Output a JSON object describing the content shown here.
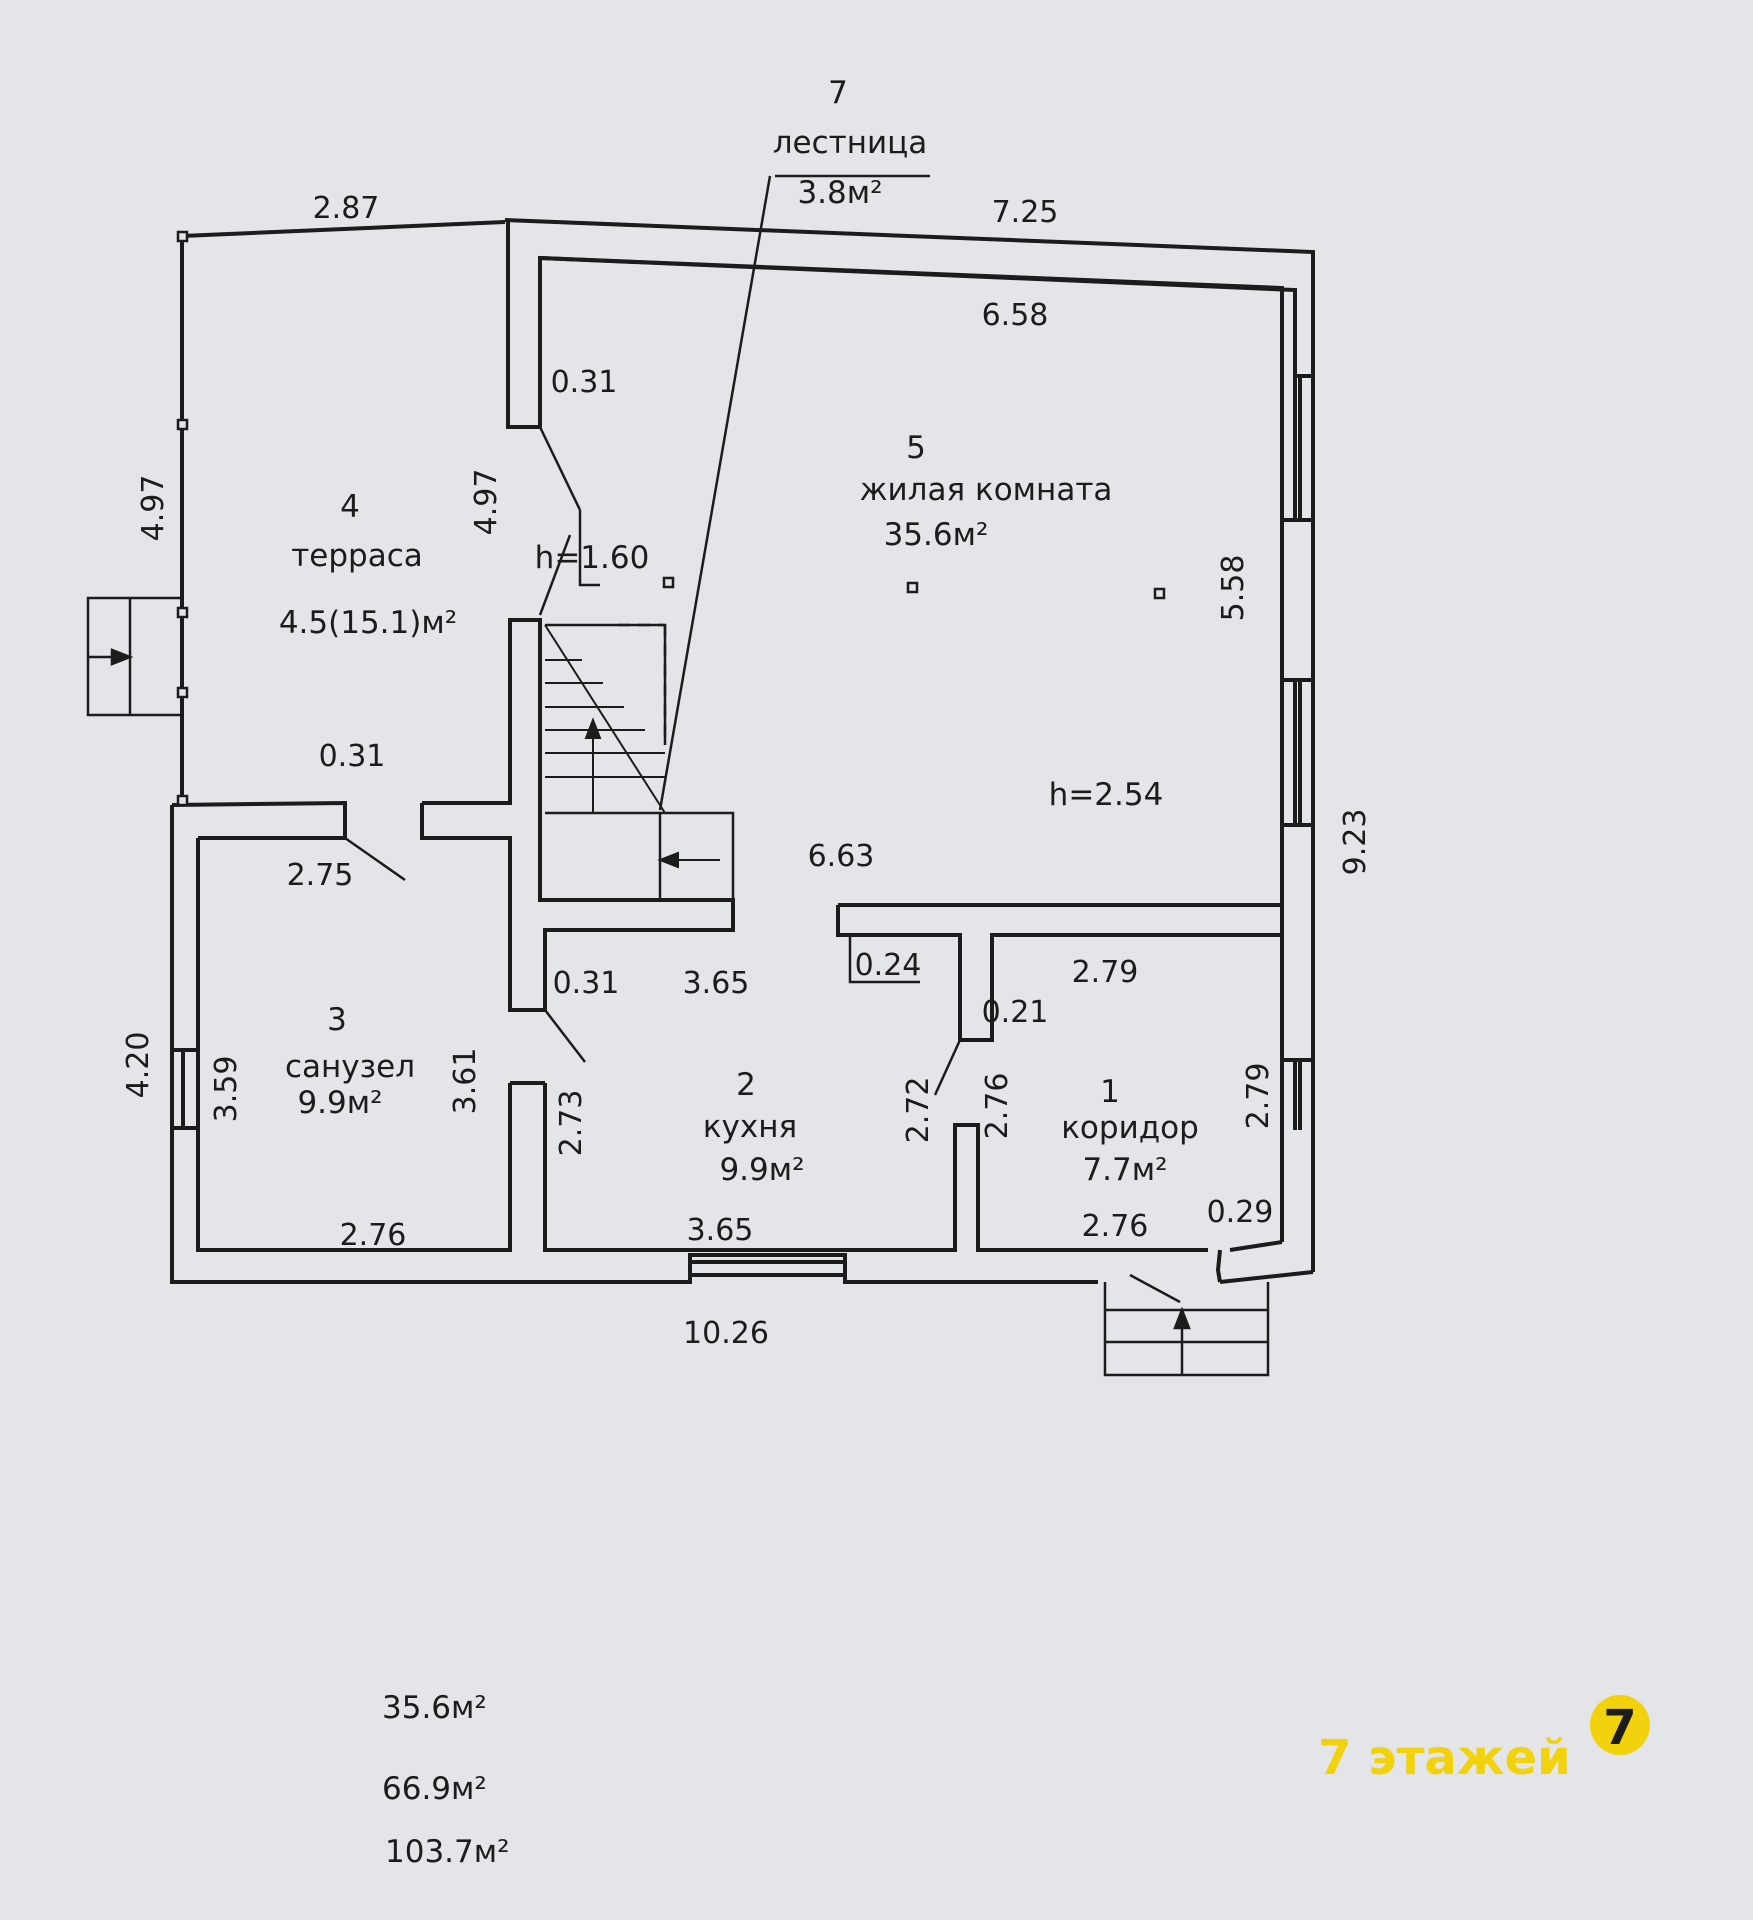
{
  "rooms": {
    "stair": {
      "num": "7",
      "name": "лестница",
      "area": "3.8м²"
    },
    "living": {
      "num": "5",
      "name": "жилая комната",
      "area": "35.6м²",
      "height": "h=2.54"
    },
    "terrace": {
      "num": "4",
      "name": "терраса",
      "area": "4.5(15.1)м²"
    },
    "bathroom": {
      "num": "3",
      "name": "санузел",
      "area": "9.9м²"
    },
    "kitchen": {
      "num": "2",
      "name": "кухня",
      "area": "9.9м²"
    },
    "corridor": {
      "num": "1",
      "name": "коридор",
      "area": "7.7м²"
    }
  },
  "stair_height": "h=1.60",
  "dims": {
    "terrace_top": "2.87",
    "outer_top": "7.25",
    "living_top": "6.58",
    "wall_031_a": "0.31",
    "terrace_side_left": "4.97",
    "terrace_side_right": "4.97",
    "living_right": "5.58",
    "outer_right": "9.23",
    "wall_031_b": "0.31",
    "bath_top": "2.75",
    "living_bottom": "6.63",
    "wall_024": "0.24",
    "corridor_top": "2.79",
    "wall_031_c": "0.31",
    "kitchen_top": "3.65",
    "wall_021": "0.21",
    "outer_left": "4.20",
    "bath_left": "3.59",
    "bath_right": "3.61",
    "kitchen_left": "2.73",
    "kitchen_right": "2.72",
    "corridor_left": "2.76",
    "corridor_right": "2.79",
    "bath_bottom": "2.76",
    "kitchen_bottom": "3.65",
    "corridor_bottom": "2.76",
    "wall_029": "0.29",
    "outer_bottom": "10.26"
  },
  "totals": {
    "living": "35.6м²",
    "total": "66.9м²",
    "general": "103.7м²"
  },
  "watermark": {
    "text": "7 этажей",
    "logo_glyph": "7",
    "color": "#f2d20c"
  }
}
